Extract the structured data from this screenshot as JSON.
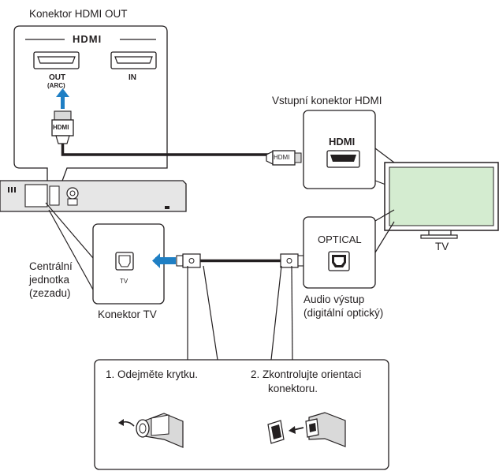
{
  "labels": {
    "hdmi_out_connector": "Konektor HDMI OUT",
    "hdmi_input": "Vstupní konektor HDMI",
    "central_unit": [
      "Centrální",
      "jednotka",
      "(zezadu)"
    ],
    "tv_connector": "Konektor TV",
    "tv": "TV",
    "audio_output": [
      "Audio výstup",
      "(digitální optický)"
    ]
  },
  "hdmi_panel": {
    "logo": "HDMI",
    "port_out": [
      "OUT",
      "(ARC)"
    ],
    "port_in": "IN",
    "plug": "HDMI"
  },
  "tv_port": {
    "hdmi_label": "HDMI",
    "optical_label": "OPTICAL",
    "cable_plug": "HDMI"
  },
  "unit_port": {
    "tv_label": "TV"
  },
  "steps": {
    "step1": "1.  Odejměte krytku.",
    "step2": [
      "2.  Zkontrolujte orientaci",
      "konektoru."
    ]
  },
  "colors": {
    "arrow": "#1f7fc4",
    "cable": "#231f20",
    "outline": "#231f20",
    "tv_screen": "#d4ecd0",
    "device_fill": "#e6e6e6"
  }
}
